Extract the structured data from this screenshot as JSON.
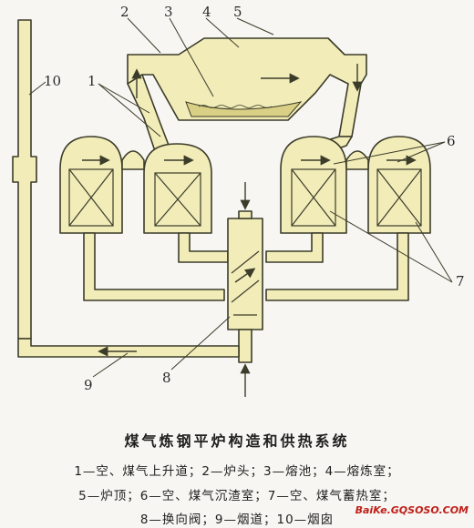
{
  "labels": {
    "n1": "1",
    "n2": "2",
    "n3": "3",
    "n4": "4",
    "n5": "5",
    "n6": "6",
    "n7": "7",
    "n8": "8",
    "n9": "9",
    "n10": "10"
  },
  "caption": {
    "title": "煤气炼钢平炉构造和供热系统",
    "legend_line1": "1—空、煤气上升道；2—炉头；3—熔池；4—熔炼室；",
    "legend_line2": "5—炉顶；6—空、煤气沉渣室；7—空、煤气蓄热室；",
    "legend_line3": "8—换向阀；9—烟道；10—烟囱"
  },
  "watermark": "BaiKe.GQSOSO.COM",
  "colors": {
    "wall_fill": "#f1ecb8",
    "wall_stroke": "#3c3c2a",
    "bath": "#d9cf85"
  }
}
